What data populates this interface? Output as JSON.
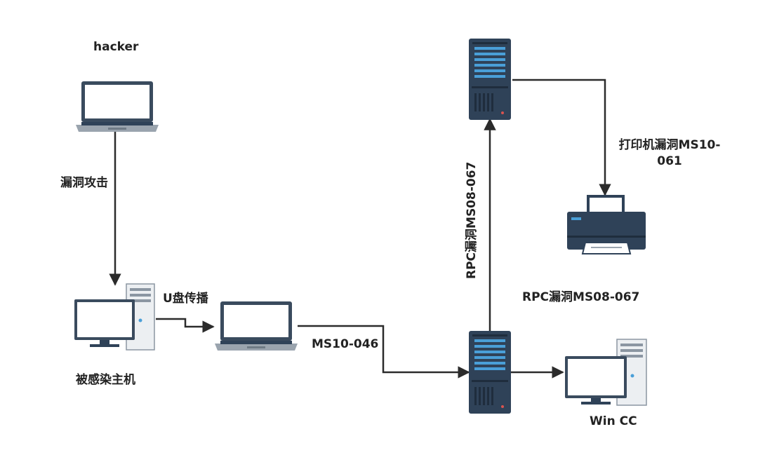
{
  "labels": {
    "hacker": "hacker",
    "exploit_attack": "漏洞攻击",
    "infected_host": "被感染主机",
    "usb_spread": "U盘传播",
    "ms10_046": "MS10-046",
    "rpc_vertical": "RPC漏洞MS08-067",
    "rpc_horizontal": "RPC漏洞MS08-067",
    "printer_vuln": "打印机漏洞MS10-061",
    "wincc": "Win CC"
  },
  "colors": {
    "line": "#2b2b2b",
    "device_body": "#2f4258",
    "device_screen_frame": "#3a4b5e",
    "device_keyboard": "#9aa4ae",
    "server_stripe": "#4a9fd8",
    "tower_body": "#eceff2"
  },
  "icons": {
    "hacker_device": "laptop-icon",
    "infected_device": "desktop-computer-icon",
    "usb_target_device": "laptop-icon",
    "upper_server": "server-icon",
    "lower_server": "server-icon",
    "printer": "printer-icon",
    "wincc_device": "desktop-computer-icon"
  }
}
